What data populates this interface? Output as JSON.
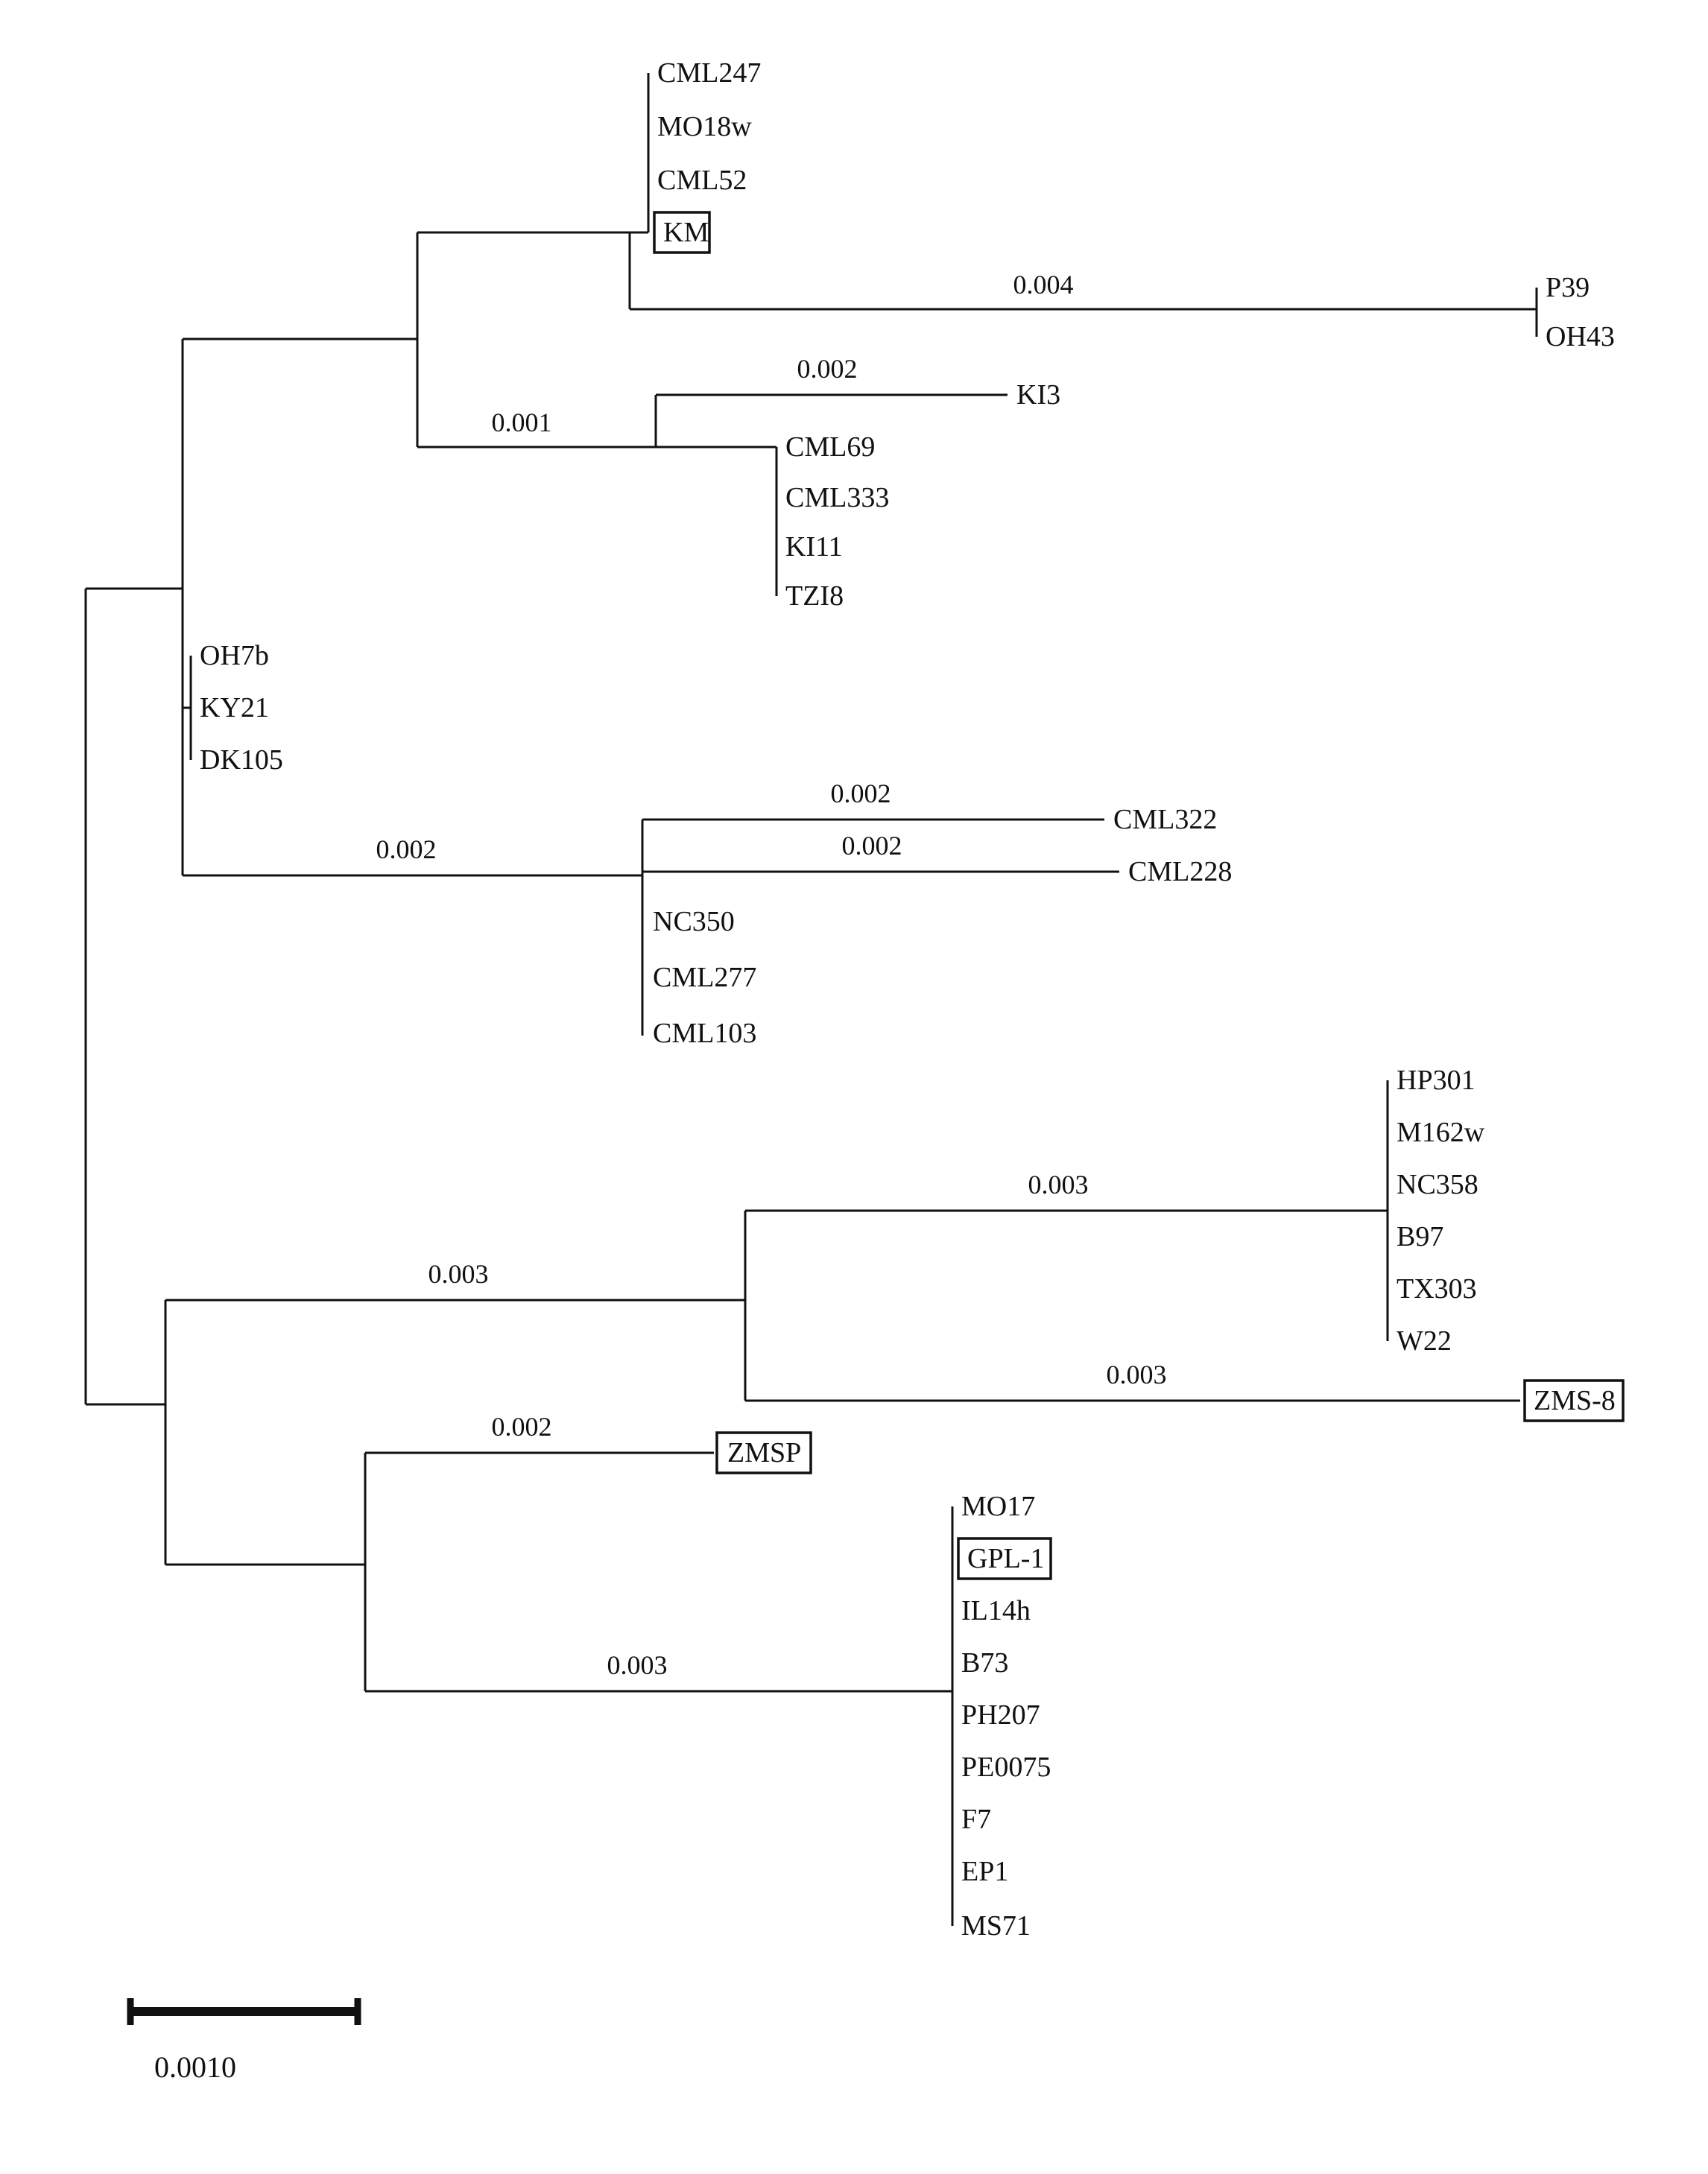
{
  "tree": {
    "type": "phylogenetic-tree",
    "leaves": [
      {
        "label": "CML247",
        "boxed": false
      },
      {
        "label": "MO18w",
        "boxed": false
      },
      {
        "label": "CML52",
        "boxed": false
      },
      {
        "label": "KM",
        "boxed": true
      },
      {
        "label": "P39",
        "boxed": false
      },
      {
        "label": "OH43",
        "boxed": false
      },
      {
        "label": "KI3",
        "boxed": false
      },
      {
        "label": "CML69",
        "boxed": false
      },
      {
        "label": "CML333",
        "boxed": false
      },
      {
        "label": "KI11",
        "boxed": false
      },
      {
        "label": "TZI8",
        "boxed": false
      },
      {
        "label": "OH7b",
        "boxed": false
      },
      {
        "label": "KY21",
        "boxed": false
      },
      {
        "label": "DK105",
        "boxed": false
      },
      {
        "label": "CML322",
        "boxed": false
      },
      {
        "label": "CML228",
        "boxed": false
      },
      {
        "label": "NC350",
        "boxed": false
      },
      {
        "label": "CML277",
        "boxed": false
      },
      {
        "label": "CML103",
        "boxed": false
      },
      {
        "label": "HP301",
        "boxed": false
      },
      {
        "label": "M162w",
        "boxed": false
      },
      {
        "label": "NC358",
        "boxed": false
      },
      {
        "label": "B97",
        "boxed": false
      },
      {
        "label": "TX303",
        "boxed": false
      },
      {
        "label": "W22",
        "boxed": false
      },
      {
        "label": "ZMS-8",
        "boxed": true
      },
      {
        "label": "ZMSP",
        "boxed": true
      },
      {
        "label": "MO17",
        "boxed": false
      },
      {
        "label": "GPL-1",
        "boxed": true
      },
      {
        "label": "IL14h",
        "boxed": false
      },
      {
        "label": "B73",
        "boxed": false
      },
      {
        "label": "PH207",
        "boxed": false
      },
      {
        "label": "PE0075",
        "boxed": false
      },
      {
        "label": "F7",
        "boxed": false
      },
      {
        "label": "EP1",
        "boxed": false
      },
      {
        "label": "MS71",
        "boxed": false
      }
    ],
    "branch_length_labels": [
      "0.004",
      "0.002",
      "0.001",
      "0.002",
      "0.002",
      "0.002",
      "0.003",
      "0.003",
      "0.003",
      "0.002",
      "0.003"
    ],
    "scale_bar": {
      "label": "0.0010"
    }
  }
}
